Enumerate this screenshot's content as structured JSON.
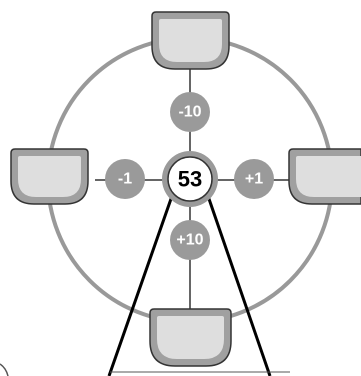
{
  "center_value": "53",
  "buttons": {
    "minus_ten": "-10",
    "plus_ten": "+10",
    "minus_one": "-1",
    "plus_one": "+1"
  },
  "colors": {
    "rim": "#999999",
    "button_fill": "#9a9a9a",
    "gondola_outer": "#a0a0a0",
    "gondola_inner": "#dedede",
    "outline": "#333333",
    "stand": "#000000",
    "center_fill": "#ffffff"
  }
}
